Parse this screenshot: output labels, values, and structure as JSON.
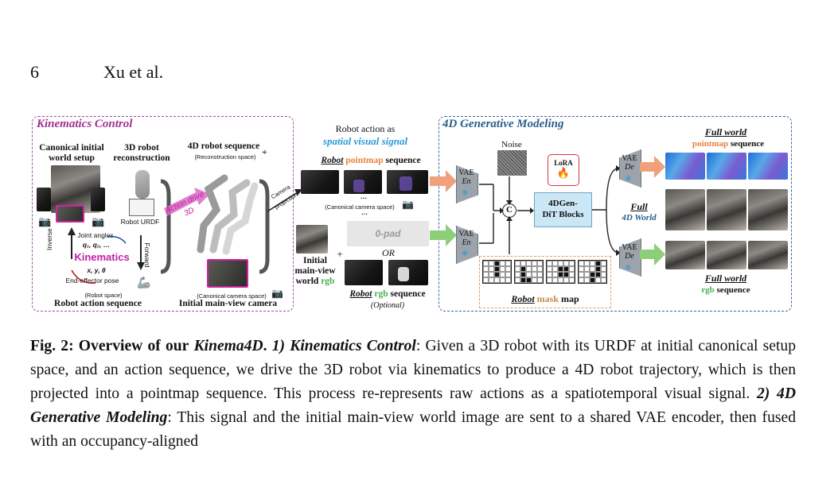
{
  "header": {
    "page_number": "6",
    "running_title": "Xu et al."
  },
  "figure": {
    "kinematics": {
      "title": "Kinematics Control",
      "canonical_setup": "Canonical initial world setup",
      "reconstruction": "3D robot reconstruction",
      "urdf": "Robot URDF",
      "robot_sequence": "4D robot sequence",
      "reconstruction_space": "(Reconstruction space)",
      "action_drive": "Action drive 3D",
      "joint_angles": "Joint angles",
      "joint_vars": "q₁, q₂, …",
      "center_label": "Kinematics",
      "inverse": "Inverse",
      "forward": "Forward",
      "pose_vars": "x, y, θ",
      "end_effector": "End-effector pose",
      "robot_space": "(Robot space)",
      "action_sequence": "Robot action sequence",
      "canonical_camera_space": "(Canonical camera space)",
      "main_view_camera": "Initial main-view camera",
      "camera_projection": "Camera projection"
    },
    "middle": {
      "action_as_1": "Robot action as",
      "action_as_2": "spatial visual signal",
      "robot_word": "Robot",
      "pointmap_word": "pointmap",
      "sequence_word": "sequence",
      "canonical_camera_space": "(Canonical camera space)",
      "ellipsis": "…",
      "zero_pad": "0-pad",
      "or": "OR",
      "plus": "+",
      "initial_1": "Initial",
      "initial_2": "main-view",
      "initial_3": "world",
      "rgb_word": "rgb",
      "optional": "(Optional)"
    },
    "generative": {
      "title": "4D Generative Modeling",
      "noise": "Noise",
      "lora": "LoRA",
      "dit_1": "4DGen-",
      "dit_2": "DiT Blocks",
      "vae": "VAE",
      "en": "En",
      "de": "De",
      "concat": "C",
      "robot_word": "Robot",
      "mask_word": "mask",
      "map_word": "map",
      "full_world": "Full world",
      "full": "Full",
      "world_4d": "4D World",
      "pointmap_word": "pointmap",
      "rgb_word": "rgb",
      "sequence_word": "sequence"
    }
  },
  "caption": {
    "fig_label": "Fig. 2: Overview of our",
    "method": "Kinema4D",
    "part1_label": "1) Kinematics Control",
    "part1_text": ": Given a 3D robot with its URDF at initial canonical setup space, and an action sequence, we drive the 3D robot via kinematics to produce a 4D robot trajectory, which is then projected into a pointmap sequence. This process re-represents raw actions as a spatiotemporal visual signal.",
    "part2_label": "2) 4D Generative Modeling",
    "part2_text": ": This signal and the initial main-view world image are sent to a shared VAE encoder, then fused with an occupancy-aligned"
  },
  "colors": {
    "kin_purple": "#a0308f",
    "gen_blue": "#2a5d8a",
    "spatial_blue": "#2a9ad8",
    "pointmap_orange": "#e8833a",
    "rgb_green": "#4caf50",
    "mask_brown": "#c98a4a"
  },
  "icons": [
    "camera-icon",
    "snowflake-icon",
    "flame-icon",
    "robot-arm-icon",
    "axes-icon"
  ]
}
